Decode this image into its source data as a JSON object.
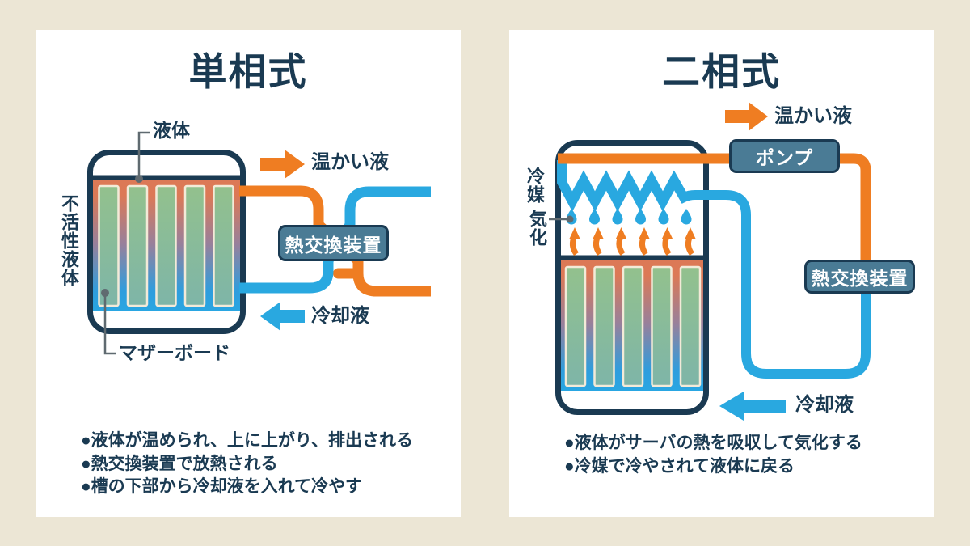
{
  "left_panel": {
    "title": "単相式",
    "liquid_label": "液体",
    "side_label": "不活性液体",
    "motherboard_label": "マザーボード",
    "warm_arrow_label": "温かい液",
    "cool_arrow_label": "冷却液",
    "heat_exchanger_label": "熱交換装置",
    "bullets": [
      "●液体が温められ、上に上がり、排出される",
      "●熱交換装置で放熱される",
      "●槽の下部から冷却液を入れて冷やす"
    ]
  },
  "right_panel": {
    "title": "二相式",
    "refrigerant_label": "冷媒",
    "vaporization_label": "気化",
    "pump_label": "ポンプ",
    "heat_exchanger_label": "熱交換装置",
    "warm_arrow_label": "温かい液",
    "cool_arrow_label": "冷却液",
    "bullets": [
      "●液体がサーバの熱を吸収して気化する",
      "●冷媒で冷やされて液体に戻る"
    ]
  },
  "colors": {
    "background": "#ece6d5",
    "panel": "#ffffff",
    "navy": "#1a3a52",
    "warm_pipe_orange": "#ef7d22",
    "cool_pipe_cyan": "#29a8e0",
    "device_box_slate": "#4a7b95",
    "board_green": "#8cbf92",
    "liquid_top_salmon": "#dc7956",
    "liquid_bottom_blue": "#29a6e2"
  }
}
